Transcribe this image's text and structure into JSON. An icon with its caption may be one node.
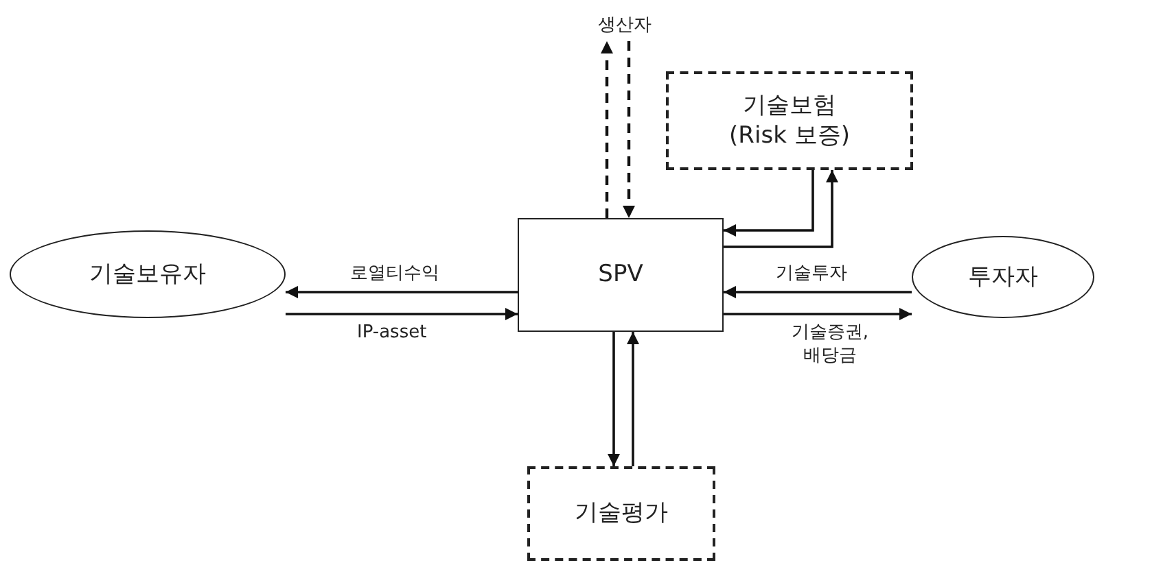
{
  "diagram": {
    "nodes": [
      {
        "text": [
          "생산자"
        ]
      },
      {
        "text": [
          "기술보험 (Risk 보증)"
        ]
      },
      {
        "text": [
          "기술보유자"
        ]
      },
      {
        "text": [
          "SPV"
        ]
      },
      {
        "text": [
          "투자자"
        ]
      },
      {
        "text": [
          "기술평가"
        ]
      }
    ],
    "edges": [
      {
        "from": 3,
        "to": 0,
        "arrow": "to",
        "style": "dashed"
      },
      {
        "from": 0,
        "to": 3,
        "arrow": "to",
        "style": "dashed"
      },
      {
        "from": 1,
        "to": 3,
        "arrow": "to"
      },
      {
        "from": 3,
        "to": 1,
        "arrow": "to"
      },
      {
        "from": 3,
        "to": 2,
        "arrow": "to",
        "label": "로열티수익"
      },
      {
        "from": 2,
        "to": 3,
        "arrow": "to",
        "label": "IP-asset"
      },
      {
        "from": 4,
        "to": 3,
        "arrow": "to",
        "label": "기술투자"
      },
      {
        "from": 3,
        "to": 4,
        "arrow": "to",
        "label": "기술증권, 배당금"
      },
      {
        "from": 3,
        "to": 5,
        "arrow": "to"
      },
      {
        "from": 5,
        "to": 3,
        "arrow": "to"
      }
    ]
  }
}
